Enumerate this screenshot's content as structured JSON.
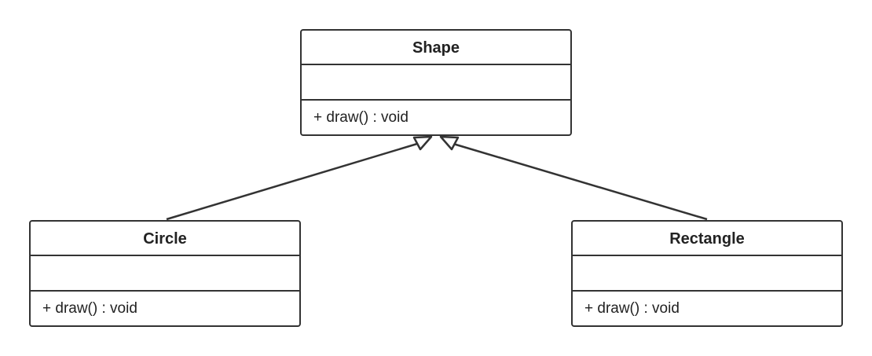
{
  "diagram": {
    "classes": [
      {
        "id": "shape",
        "name": "Shape",
        "attributes": [],
        "operations": [
          "+ draw() : void"
        ]
      },
      {
        "id": "circle",
        "name": "Circle",
        "attributes": [],
        "operations": [
          "+ draw() : void"
        ]
      },
      {
        "id": "rectangle",
        "name": "Rectangle",
        "attributes": [],
        "operations": [
          "+ draw() : void"
        ]
      }
    ],
    "relationships": [
      {
        "type": "generalization",
        "from": "Circle",
        "to": "Shape"
      },
      {
        "type": "generalization",
        "from": "Rectangle",
        "to": "Shape"
      }
    ],
    "colors": {
      "stroke": "#333333",
      "fill": "#ffffff",
      "text": "#222222"
    }
  }
}
